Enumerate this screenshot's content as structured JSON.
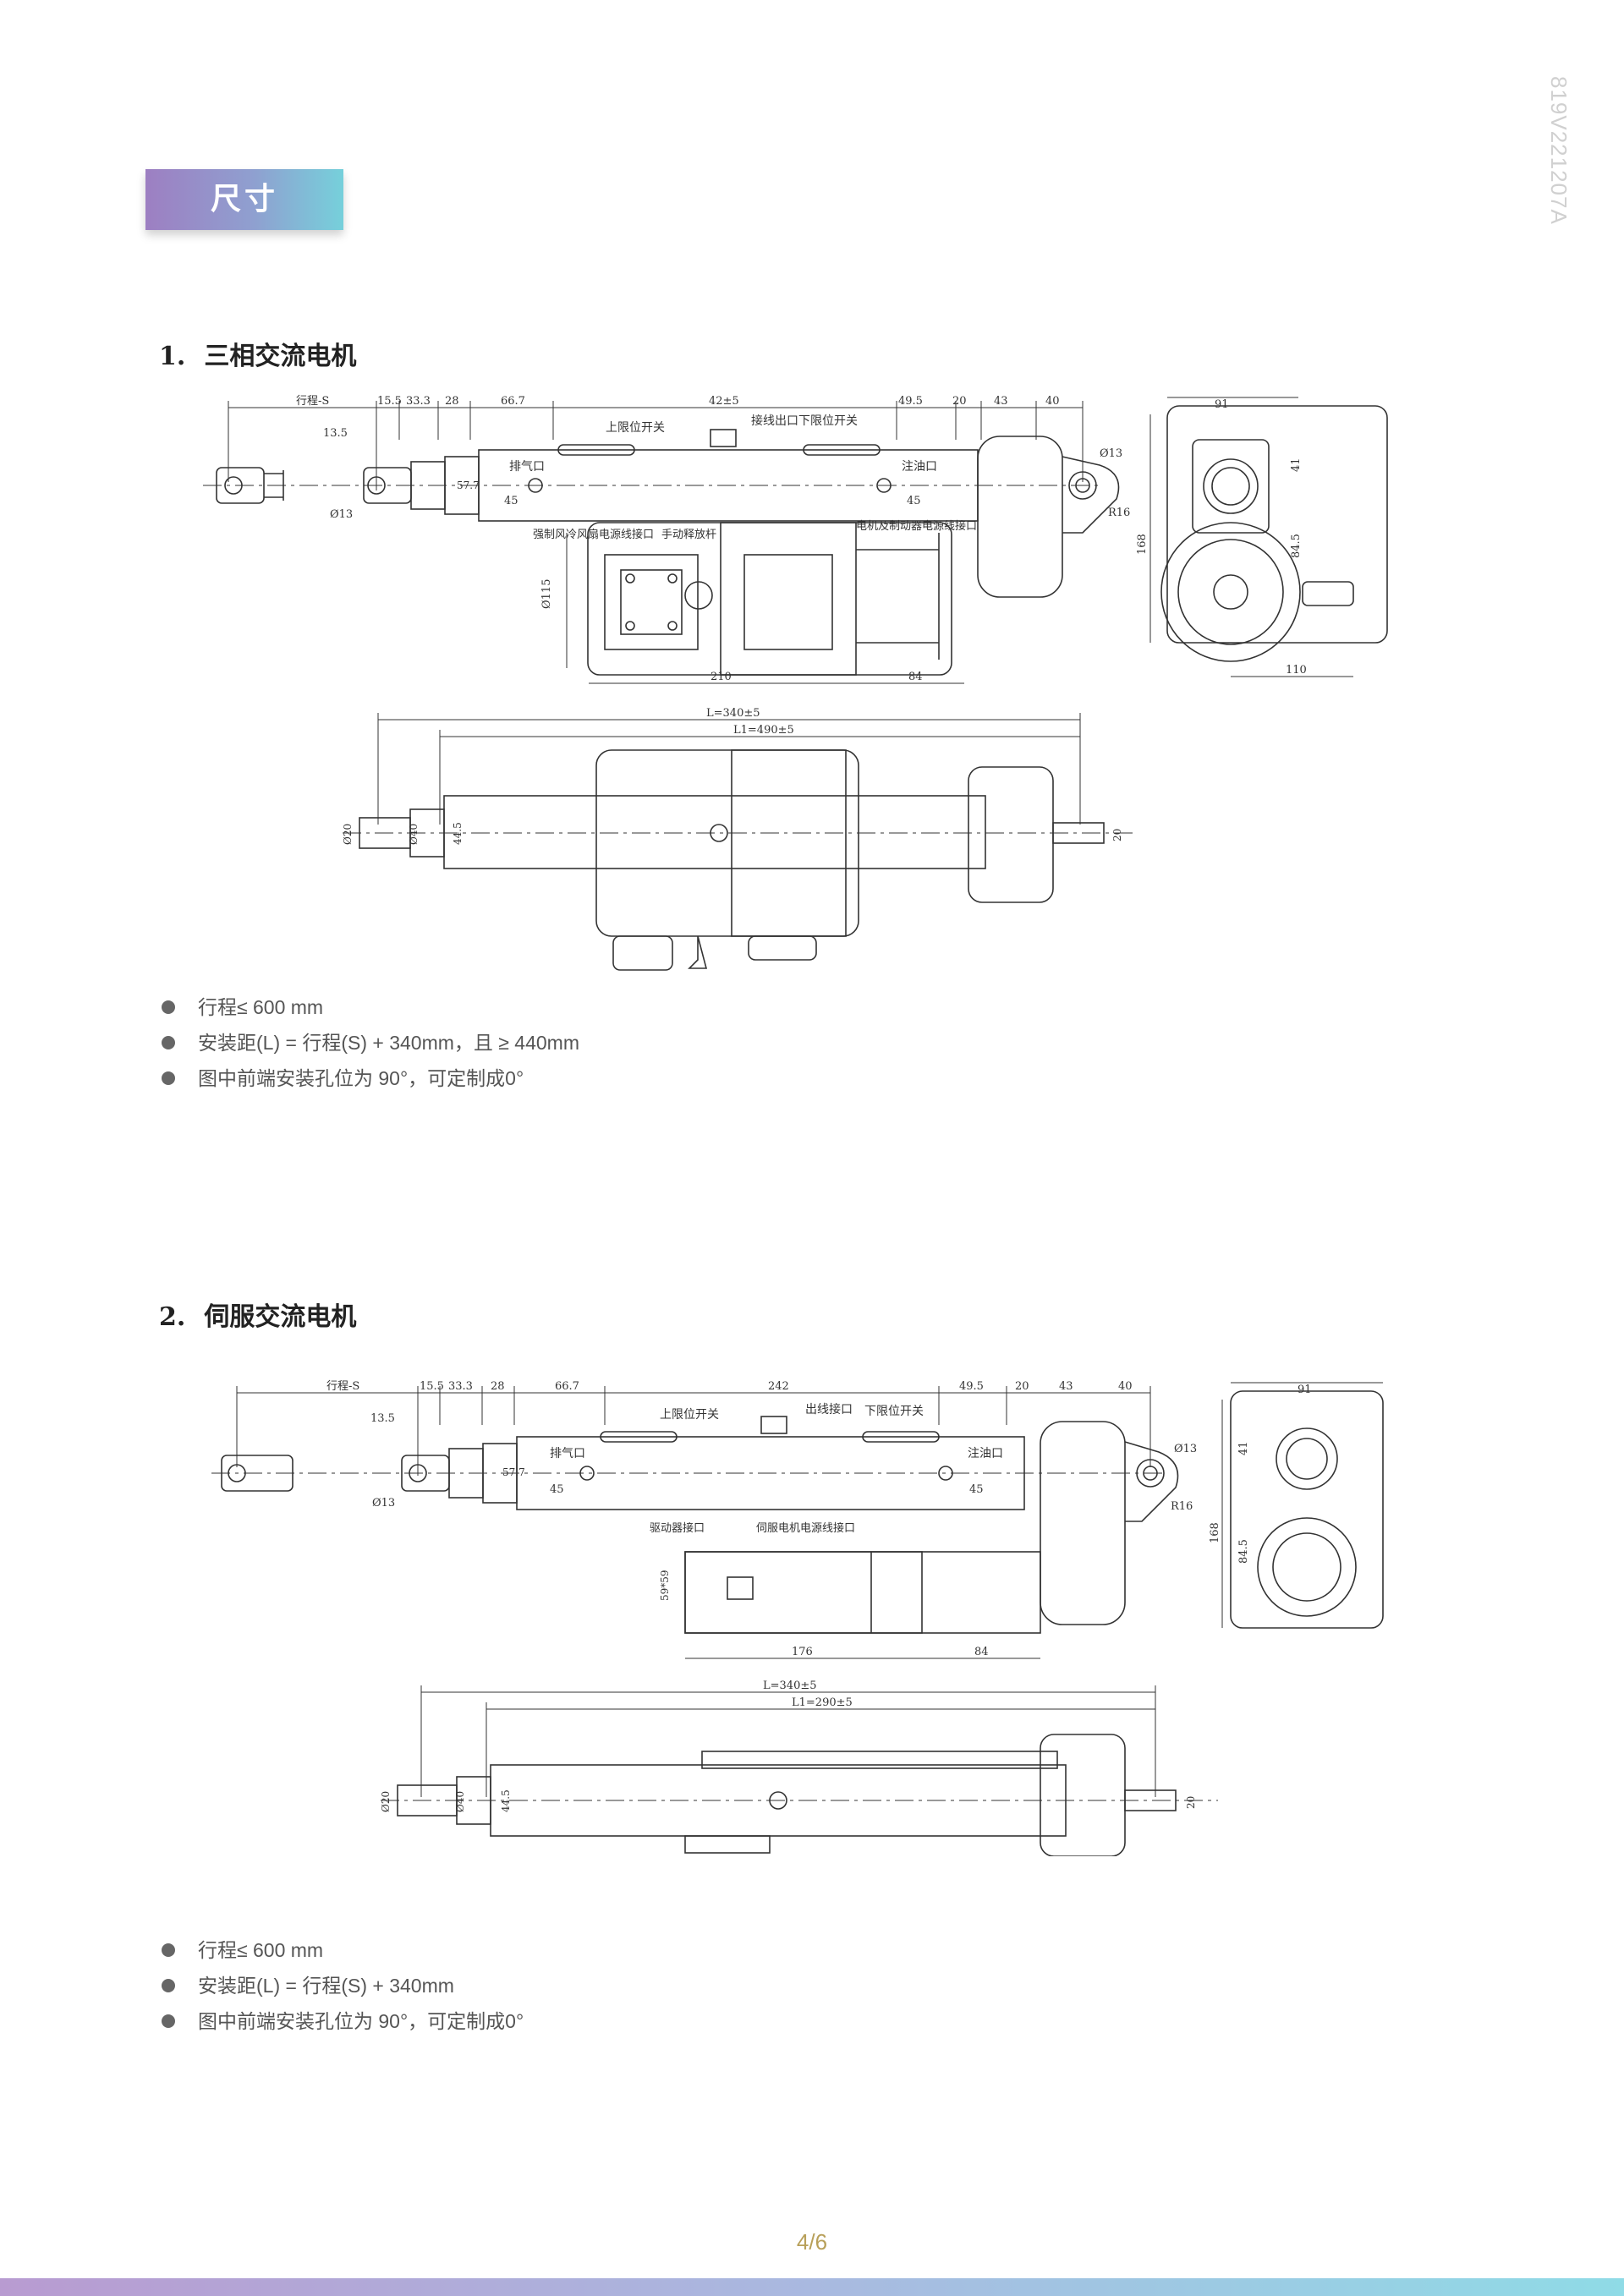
{
  "doc_code": "819V221207A",
  "section_title": "尺寸",
  "sections": [
    {
      "number": "1.",
      "title": "三相交流电机",
      "top_labels": {
        "stroke": "行程-S",
        "d155": "15.5",
        "d333": "33.3",
        "d28": "28",
        "d667": "66.7",
        "mid": "42±5",
        "d495": "49.5",
        "d20": "20",
        "d43": "43",
        "d40": "40",
        "d135": "13.5",
        "dia13": "Ø13",
        "dia13b": "Ø13",
        "r16": "R16",
        "d45a": "45",
        "d45b": "45",
        "d577": "57.7",
        "upper_limit": "上限位开关",
        "cable_outlet": "接线出口",
        "lower_limit": "下限位开关",
        "vent": "排气口",
        "oil": "注油口",
        "fan_port": "强制风冷风扇电源线接口",
        "manual": "手动释放杆",
        "motor_port": "电机及制动器电源线接口",
        "d115": "Ø115",
        "d210": "210",
        "d84": "84",
        "d91": "91",
        "d41": "41",
        "d168": "168",
        "d845": "84.5",
        "d110": "110"
      },
      "bottom_labels": {
        "L": "L=340±5",
        "L1": "L1=490±5",
        "dia20": "Ø20",
        "dia40": "Ø40",
        "d445": "44.5",
        "d20b": "20"
      },
      "bullets": [
        "行程≤ 600 mm",
        "安装距(L) = 行程(S) + 340mm，且 ≥ 440mm",
        "图中前端安装孔位为 90°，可定制成0°"
      ]
    },
    {
      "number": "2.",
      "title": "伺服交流电机",
      "top_labels": {
        "stroke": "行程-S",
        "d155": "15.5",
        "d333": "33.3",
        "d28": "28",
        "d667": "66.7",
        "mid": "242",
        "d495": "49.5",
        "d20": "20",
        "d43": "43",
        "d40": "40",
        "d135": "13.5",
        "dia13": "Ø13",
        "dia13b": "Ø13",
        "r16": "R16",
        "d45a": "45",
        "d45b": "45",
        "d577": "57.7",
        "upper_limit": "上限位开关",
        "cable_outlet": "出线接口",
        "lower_limit": "下限位开关",
        "vent": "排气口",
        "oil": "注油口",
        "driver_port": "驱动器接口",
        "servo_port": "伺服电机电源线接口",
        "d59": "59*59",
        "d176": "176",
        "d84": "84",
        "d91": "91",
        "d41": "41",
        "d168": "168",
        "d845": "84.5"
      },
      "bottom_labels": {
        "L": "L=340±5",
        "L1": "L1=290±5",
        "dia20": "Ø20",
        "dia40": "Ø40",
        "d445": "44.5",
        "d20b": "20"
      },
      "bullets": [
        "行程≤ 600 mm",
        "安装距(L) = 行程(S) + 340mm",
        "图中前端安装孔位为 90°，可定制成0°"
      ]
    }
  ],
  "page_number": "4/6"
}
